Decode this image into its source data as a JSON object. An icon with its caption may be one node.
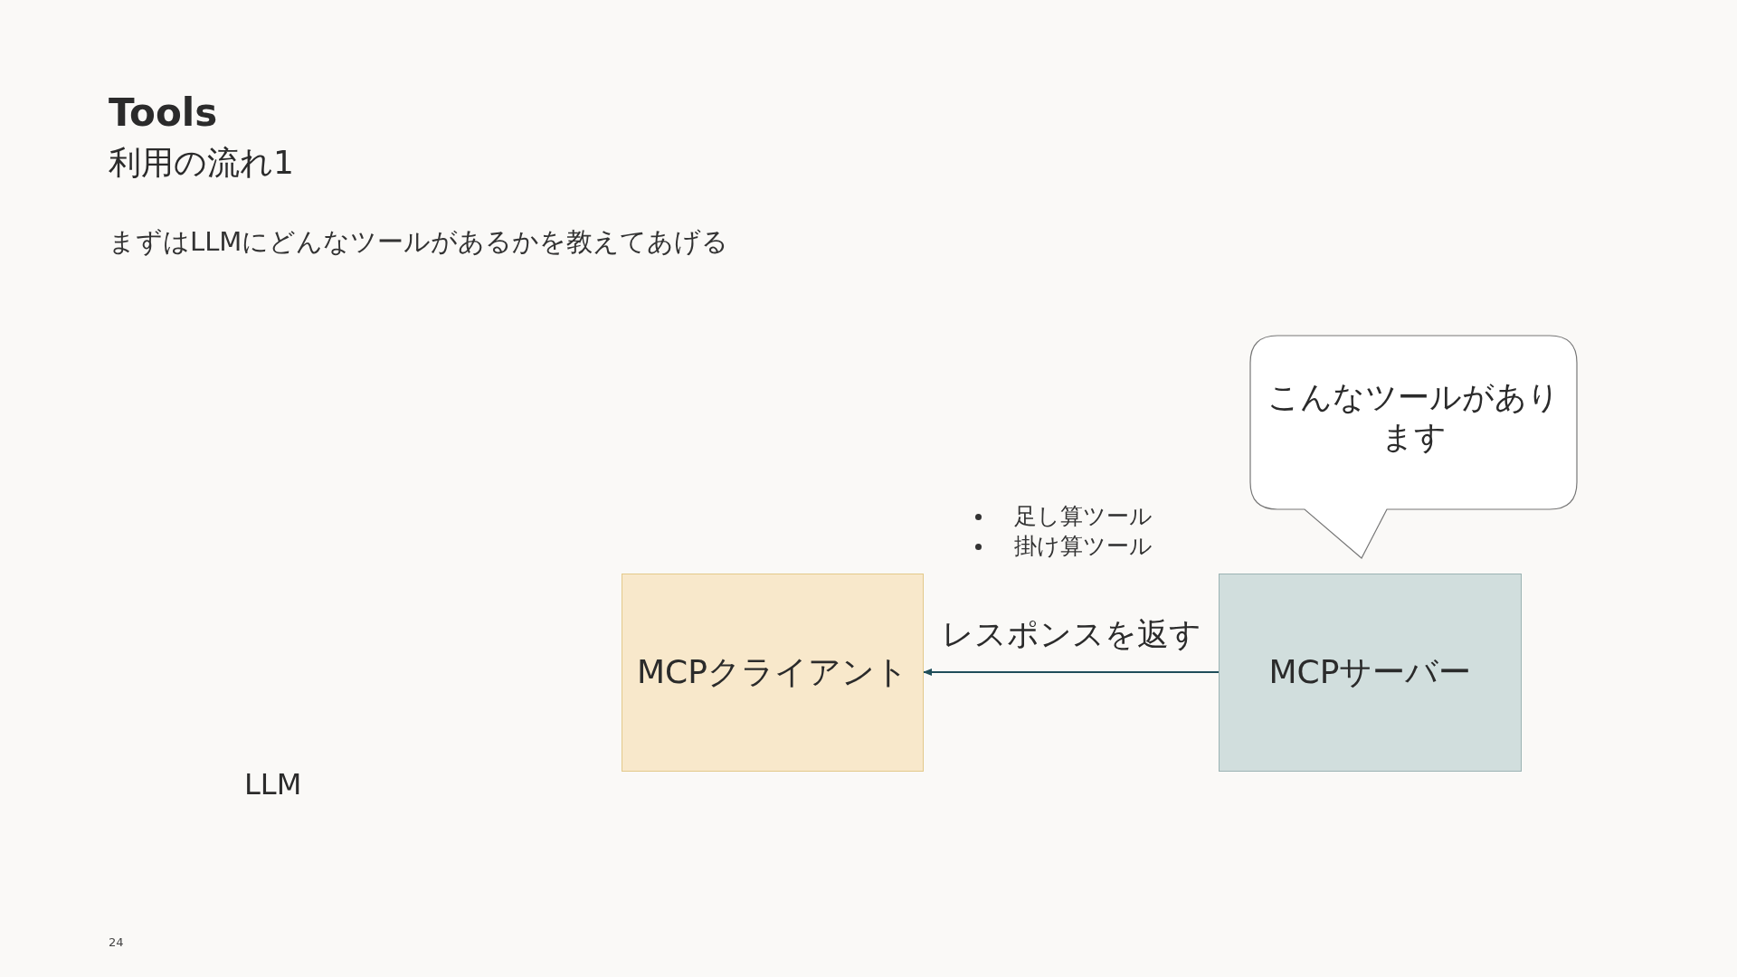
{
  "diagram": {
    "title": "Tools",
    "nodes": [
      {
        "text": [
          "MCPクライアント"
        ]
      },
      {
        "text": [
          "MCPサーバー"
        ]
      },
      {
        "text": [
          "こんなツールがあります"
        ]
      }
    ],
    "edges": [
      {
        "from": 1,
        "to": 0,
        "arrow": "to",
        "label": "レスポンスを返す"
      }
    ],
    "labels": [
      "利用の流れ1",
      "まずはLLMにどんなツールがあるかを教えてあげる",
      "足し算ツール",
      "掛け算ツール",
      "LLM",
      "24"
    ]
  }
}
